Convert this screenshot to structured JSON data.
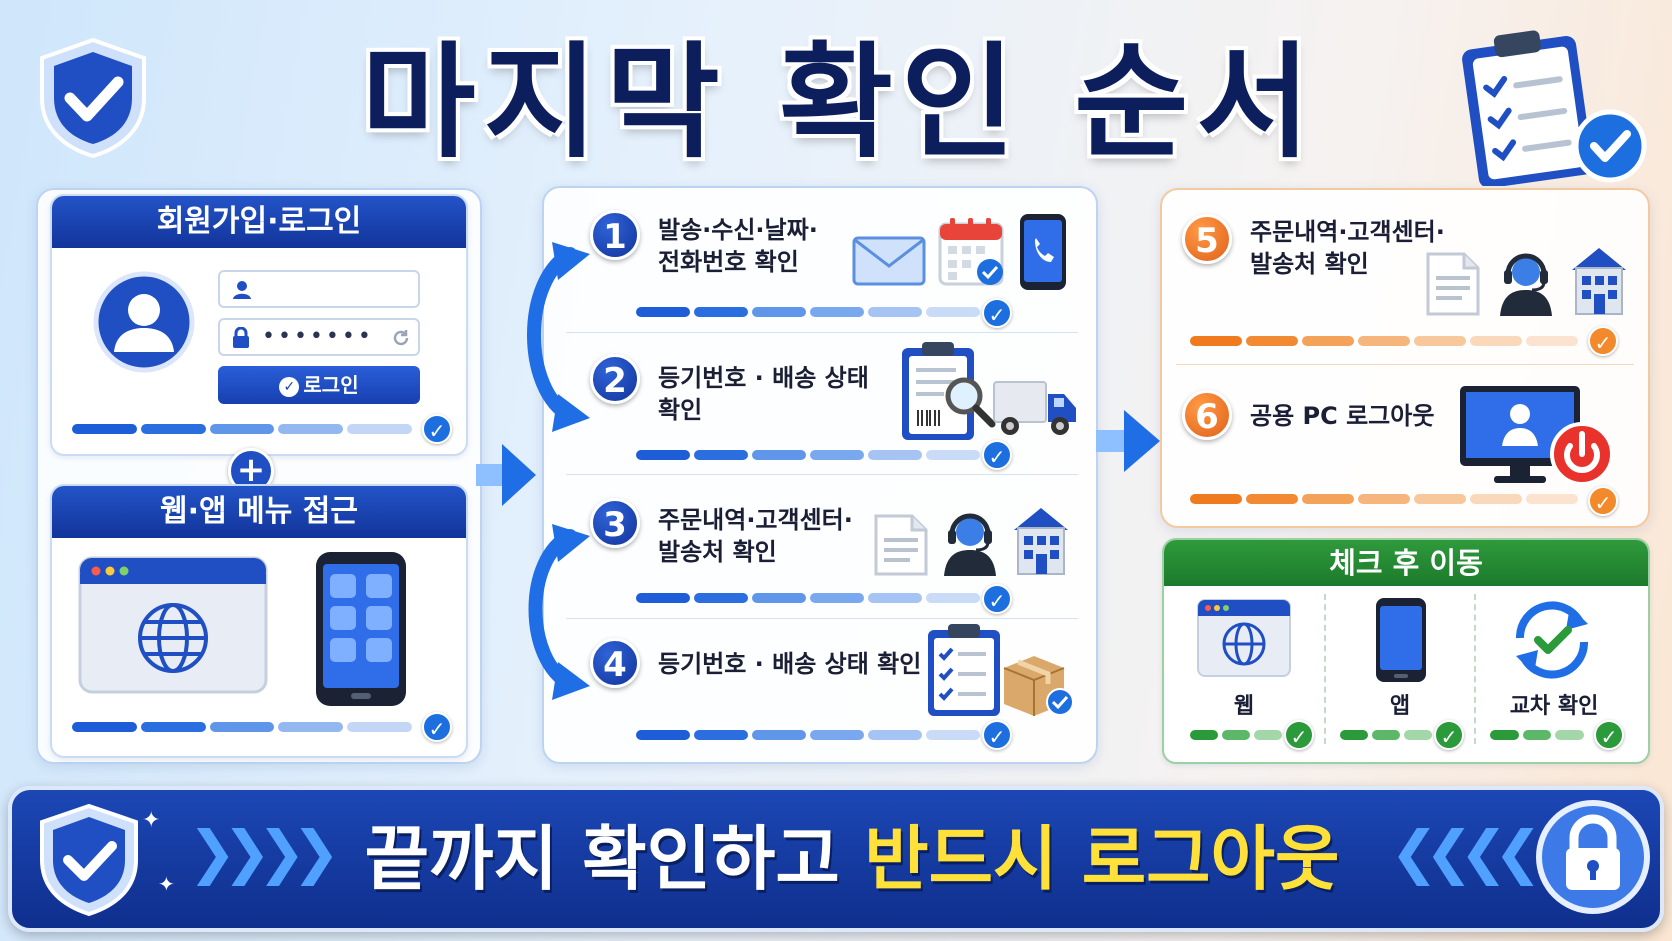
{
  "title": "마지막 확인 순서",
  "left": {
    "login_header": "회원가입·로그인",
    "password_mask": "•••••••",
    "login_button": "로그인",
    "plus": "+",
    "menu_header": "웹·앱 메뉴 접근"
  },
  "steps": [
    {
      "num": "1",
      "line1": "발송·수신·날짜·",
      "line2": "전화번호 확인"
    },
    {
      "num": "2",
      "line1": "등기번호 · 배송 상태",
      "line2": "확인"
    },
    {
      "num": "3",
      "line1": "주문내역·고객센터·",
      "line2": "발송처 확인"
    },
    {
      "num": "4",
      "line1": "등기번호 · 배송 상태 확인",
      "line2": ""
    },
    {
      "num": "5",
      "line1": "주문내역·고객센터·",
      "line2": "발송처 확인"
    },
    {
      "num": "6",
      "line1": "공용 PC 로그아웃",
      "line2": ""
    }
  ],
  "check_move": {
    "header": "체크 후 이동",
    "items": [
      "웹",
      "앱",
      "교차 확인"
    ]
  },
  "bottom": {
    "part1": "끝까지 확인하고 ",
    "part2": "반드시 로그아웃"
  },
  "colors": {
    "navy": "#0d1e5c",
    "blue": "#1d4fc4",
    "orange": "#f2892a",
    "green": "#2b9a3a",
    "yellow": "#ffe13a"
  },
  "icons": [
    "shield-check-icon",
    "clipboard-check-icon",
    "user-icon",
    "lock-icon",
    "browser-globe-icon",
    "smartphone-icon",
    "envelope-icon",
    "calendar-icon",
    "phone-icon",
    "clipboard-search-icon",
    "truck-icon",
    "document-icon",
    "headset-agent-icon",
    "building-icon",
    "checklist-icon",
    "package-icon",
    "monitor-user-icon",
    "power-icon",
    "sync-check-icon",
    "padlock-icon"
  ]
}
